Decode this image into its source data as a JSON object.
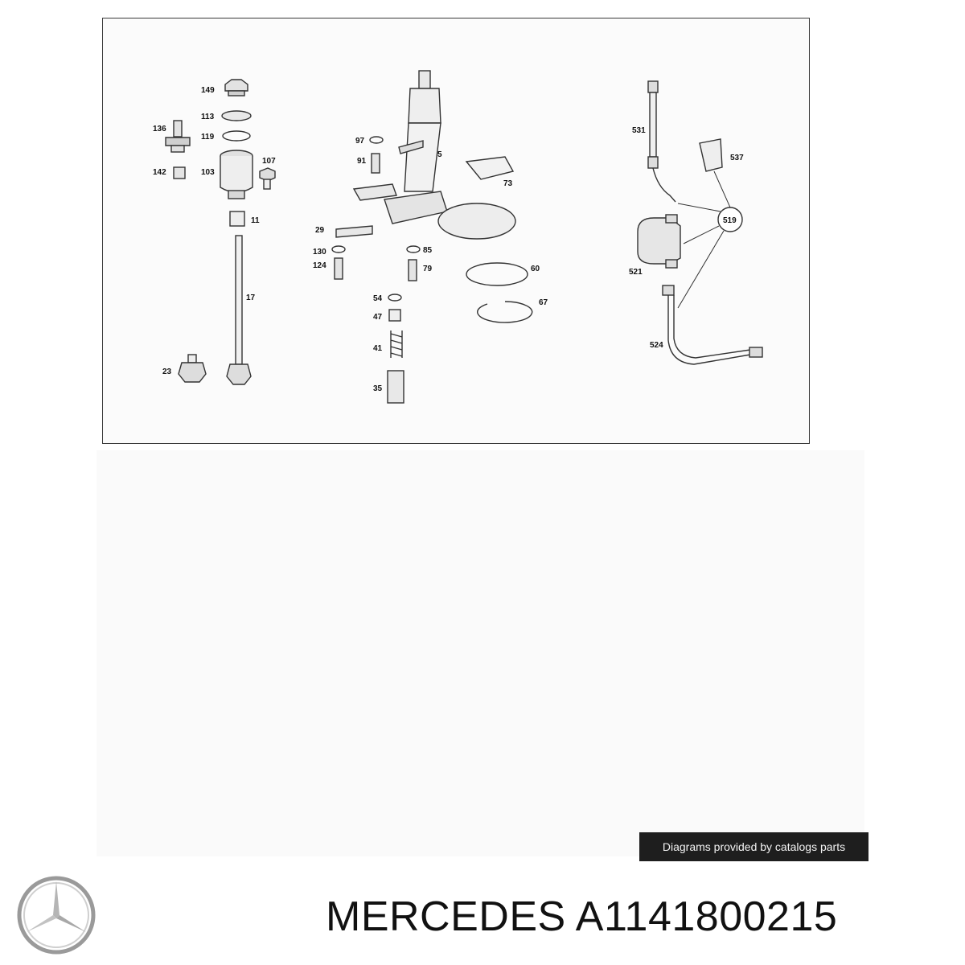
{
  "diagram": {
    "callouts": [
      "149",
      "113",
      "119",
      "136",
      "107",
      "142",
      "103",
      "11",
      "17",
      "23",
      "97",
      "91",
      "5",
      "73",
      "29",
      "130",
      "85",
      "124",
      "79",
      "60",
      "54",
      "67",
      "47",
      "41",
      "35",
      "531",
      "537",
      "519",
      "521",
      "524"
    ]
  },
  "credit": {
    "text": "Diagrams provided by catalogs parts"
  },
  "caption": {
    "brand": "MERCEDES",
    "part_number": "A1141800215"
  },
  "icons": {
    "logo": "mercedes-star-logo"
  },
  "colors": {
    "line": "#333333",
    "badge": "#1e1e1e",
    "text": "#111111"
  }
}
